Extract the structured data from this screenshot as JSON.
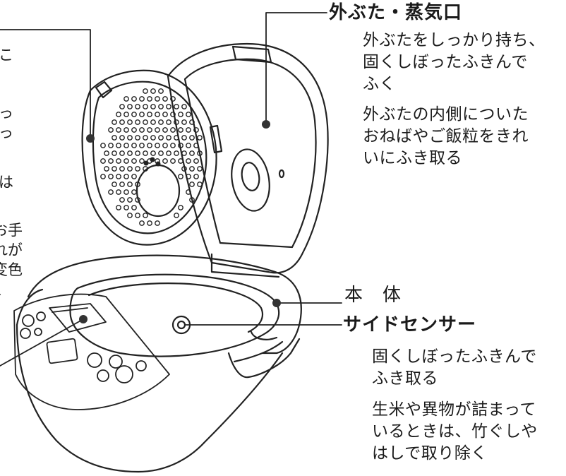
{
  "labels": {
    "lid": {
      "title": "外ぶた・蒸気口",
      "notes": [
        [
          "外ぶたをしっかり持ち、",
          "固くしぼったふきんで",
          "ふく"
        ],
        [
          "外ぶたの内側についた",
          "おねばやご飯粒をきれ",
          "いにふき取る"
        ]
      ]
    },
    "body": {
      "title": "本　体",
      "subtitle": "サイドセンサー",
      "notes": [
        [
          "固くしぼったふきんで",
          "ふき取る"
        ],
        [
          "生米や異物が詰まって",
          "いるときは、竹ぐしや",
          "はしで取り除く"
        ]
      ]
    },
    "left_fragments": [
      "こ",
      "っ",
      "っ",
      "は",
      "お手",
      "れが",
      "変色",
      "、"
    ]
  }
}
